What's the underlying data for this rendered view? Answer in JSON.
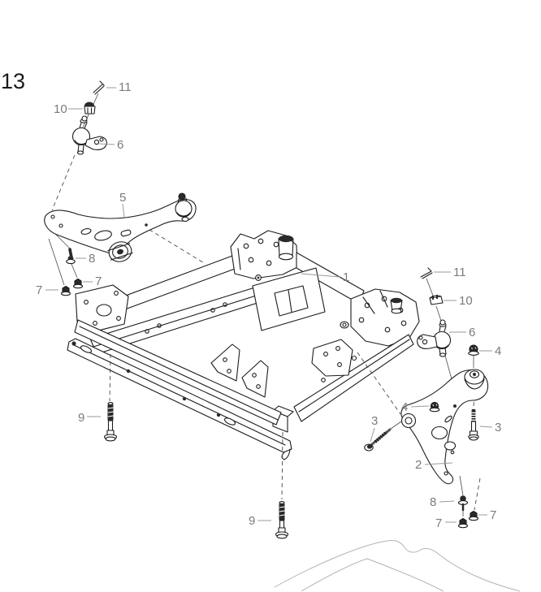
{
  "figure": {
    "corner_ref": "13"
  },
  "diagram": {
    "description": "Exploded parts diagram: front suspension crossmember (subframe) with left and right lower control arms, ball joints, bushings and fasteners, over a faint vehicle body outline",
    "style": "black line art on white background with gray numeric callouts"
  },
  "colors": {
    "background": "#ffffff",
    "line": "#1c1c1c",
    "label_text": "#7b7b7b",
    "figure_ref_text": "#1a1a1a",
    "leader_line": "#9a9a9a",
    "body_outline": "#b3b3b3"
  },
  "callouts": [
    {
      "id": "11-left",
      "number": "11"
    },
    {
      "id": "10-left",
      "number": "10"
    },
    {
      "id": "6-left",
      "number": "6"
    },
    {
      "id": "5",
      "number": "5"
    },
    {
      "id": "8-left",
      "number": "8"
    },
    {
      "id": "7-left-upper",
      "number": "7"
    },
    {
      "id": "7-left-lower",
      "number": "7"
    },
    {
      "id": "1",
      "number": "1"
    },
    {
      "id": "9-left",
      "number": "9"
    },
    {
      "id": "9-center",
      "number": "9"
    },
    {
      "id": "11-right",
      "number": "11"
    },
    {
      "id": "10-right",
      "number": "10"
    },
    {
      "id": "6-right",
      "number": "6"
    },
    {
      "id": "4-right",
      "number": "4"
    },
    {
      "id": "4-left",
      "number": "4"
    },
    {
      "id": "3-left",
      "number": "3"
    },
    {
      "id": "3-right",
      "number": "3"
    },
    {
      "id": "2",
      "number": "2"
    },
    {
      "id": "8-right",
      "number": "8"
    },
    {
      "id": "7-right-upper",
      "number": "7"
    },
    {
      "id": "7-right-lower",
      "number": "7"
    }
  ]
}
